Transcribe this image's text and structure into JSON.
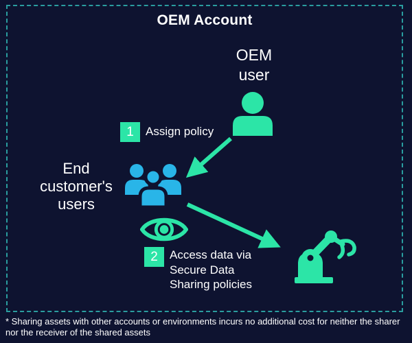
{
  "colors": {
    "background": "#0e1330",
    "accent_green": "#2ce5a7",
    "accent_blue": "#29b5e8",
    "border_teal": "#2a9d9f",
    "text": "#ffffff"
  },
  "diagram": {
    "title": "OEM Account",
    "oem_user": {
      "lines": [
        "OEM",
        "user"
      ],
      "icon": "person-icon"
    },
    "step1": {
      "number": "1",
      "label": "Assign policy"
    },
    "end_customers": {
      "lines": [
        "End",
        "customer's",
        "users"
      ],
      "icon": "users-group-icon"
    },
    "observe": {
      "icon": "eye-icon"
    },
    "step2": {
      "number": "2",
      "lines": [
        "Access data via",
        "Secure Data",
        "Sharing policies"
      ]
    },
    "asset": {
      "icon": "robot-arm-icon"
    },
    "footnote": "* Sharing assets with other accounts or environments incurs no additional cost for neither the sharer nor the receiver of the shared assets"
  }
}
